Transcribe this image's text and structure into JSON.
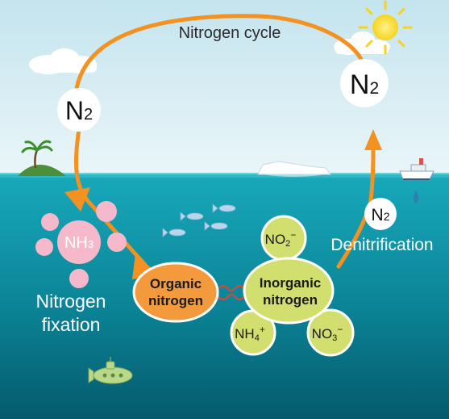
{
  "title": "Nitrogen cycle",
  "n2_top_left": {
    "base": "N",
    "sub": "2"
  },
  "n2_top_right": {
    "base": "N",
    "sub": "2"
  },
  "n2_small": {
    "base": "N",
    "sub": "2"
  },
  "nh3": {
    "base": "NH",
    "sub": "3"
  },
  "organic": {
    "line1": "Organic",
    "line2": "nitrogen"
  },
  "inorganic": {
    "line1": "Inorganic",
    "line2": "nitrogen"
  },
  "no2": {
    "base": "NO",
    "sub": "2",
    "sup": "−"
  },
  "nh4": {
    "base": "NH",
    "sub": "4",
    "sup": "+"
  },
  "no3": {
    "base": "NO",
    "sub": "3",
    "sup": "−"
  },
  "denitrification": "Denitrification",
  "fixation": {
    "line1": "Nitrogen",
    "line2": "fixation"
  },
  "colors": {
    "sky_top": "#cfe9f0",
    "sea_top": "#15a6b8",
    "sea_bottom": "#055f73",
    "arrow": "#f39221",
    "organic_fill": "#f39a3c",
    "inorganic_fill": "#d2de6e",
    "nh3_fill": "#f6b9cb"
  }
}
